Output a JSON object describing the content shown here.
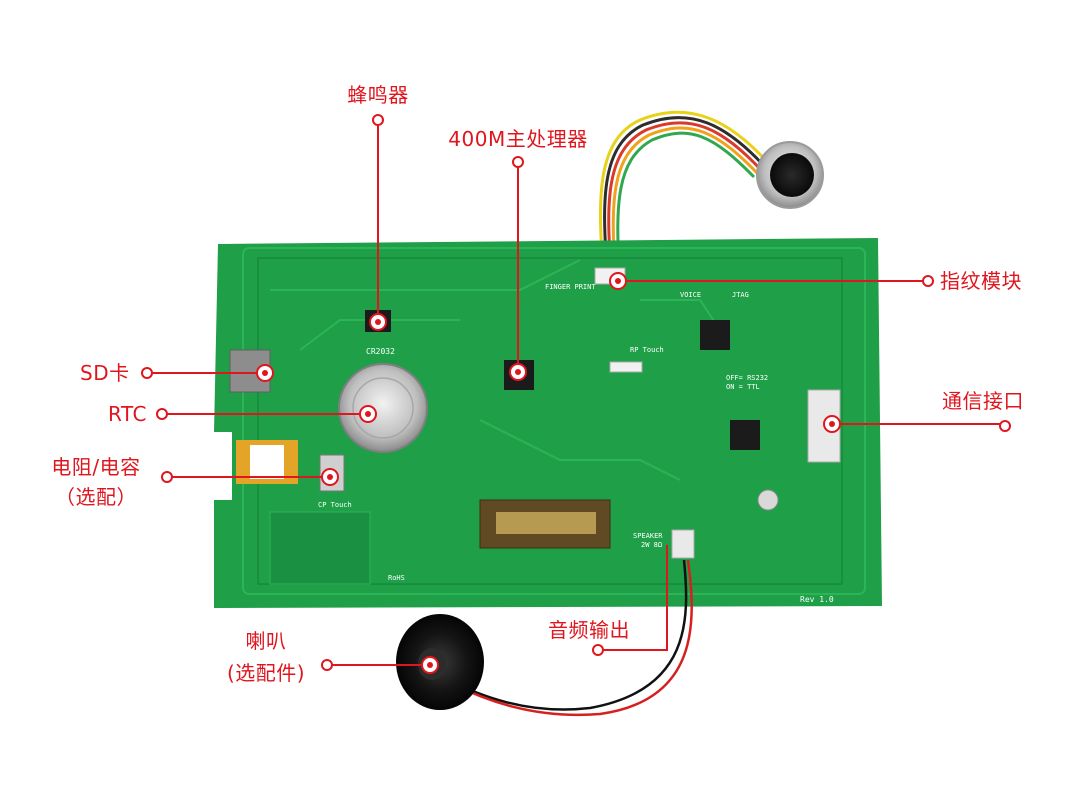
{
  "annotations": {
    "buzzer": "蜂鸣器",
    "processor": "400M主处理器",
    "fingerprint": "指纹模块",
    "sd_card": "SD卡",
    "rtc": "RTC",
    "resistor_capacitor": [
      "电阻/电容",
      "（选配）"
    ],
    "comm_interface": "通信接口",
    "speaker": [
      "喇叭",
      "(选配件)"
    ],
    "audio_out": "音频输出"
  },
  "board": {
    "silkscreen": {
      "battery": "CR2032",
      "fingerprint_port": "FINGER PRINT",
      "rp_touch": "RP Touch",
      "cp_touch": "CP Touch",
      "voice": "VOICE",
      "jtag": "JTAG",
      "comm_select": [
        "OFF= RS232",
        "ON = TTL"
      ],
      "speaker_port": [
        "SPEAKER",
        "2W 8Ω"
      ],
      "revision": "Rev 1.0",
      "rohs": "RoHS"
    }
  },
  "colors": {
    "accent": "#e0161e",
    "pcb": "#1fa64a",
    "pcb_dark": "#178a3b",
    "trace": "#2bb556"
  }
}
